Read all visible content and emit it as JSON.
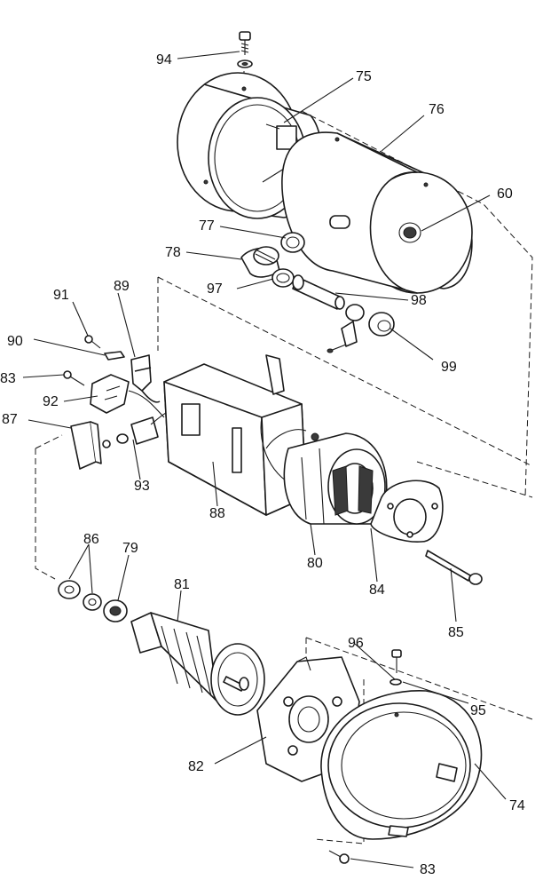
{
  "callouts": [
    {
      "id": "94",
      "text": "94"
    },
    {
      "id": "75",
      "text": "75"
    },
    {
      "id": "76",
      "text": "76"
    },
    {
      "id": "60",
      "text": "60"
    },
    {
      "id": "77",
      "text": "77"
    },
    {
      "id": "78",
      "text": "78"
    },
    {
      "id": "97",
      "text": "97"
    },
    {
      "id": "98",
      "text": "98"
    },
    {
      "id": "99",
      "text": "99"
    },
    {
      "id": "91",
      "text": "91"
    },
    {
      "id": "89",
      "text": "89"
    },
    {
      "id": "90",
      "text": "90"
    },
    {
      "id": "83a",
      "text": "83"
    },
    {
      "id": "92",
      "text": "92"
    },
    {
      "id": "87",
      "text": "87"
    },
    {
      "id": "93",
      "text": "93"
    },
    {
      "id": "88",
      "text": "88"
    },
    {
      "id": "80",
      "text": "80"
    },
    {
      "id": "84",
      "text": "84"
    },
    {
      "id": "85",
      "text": "85"
    },
    {
      "id": "86",
      "text": "86"
    },
    {
      "id": "79",
      "text": "79"
    },
    {
      "id": "81",
      "text": "81"
    },
    {
      "id": "96",
      "text": "96"
    },
    {
      "id": "95",
      "text": "95"
    },
    {
      "id": "82",
      "text": "82"
    },
    {
      "id": "74",
      "text": "74"
    },
    {
      "id": "83b",
      "text": "83"
    }
  ]
}
